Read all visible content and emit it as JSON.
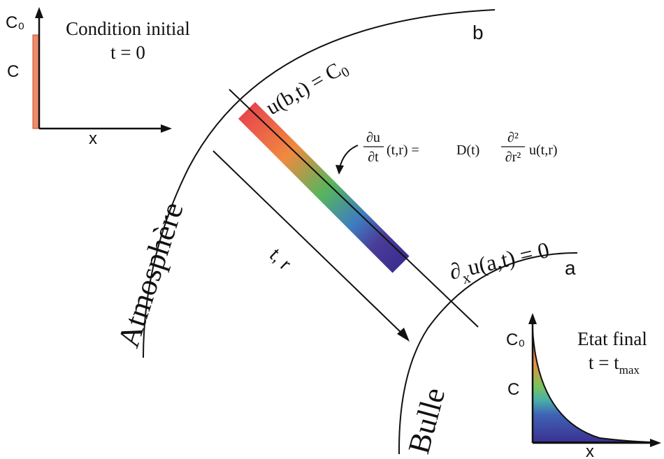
{
  "initial_condition": {
    "c0_label": "C₀",
    "c_label": "C",
    "x_label": "x",
    "title_line1": "Condition initial",
    "title_line2": "t = 0"
  },
  "final_state": {
    "c0_label": "C₀",
    "c_label": "C",
    "x_label": "x",
    "title_line1": "Etat final",
    "title_line2_main": "t = t",
    "title_line2_sub": "max"
  },
  "boundaries": {
    "outer_label": "b",
    "inner_label": "a",
    "outer_region": "Atmosphère",
    "inner_region": "Bulle"
  },
  "equations": {
    "outer_bc": "u(b,t) = C",
    "outer_bc_sub": "0",
    "inner_bc_op": "∂",
    "inner_bc_sub": "x",
    "inner_bc_rest": "u(a,t) = 0",
    "pde_lhs_num": "∂u",
    "pde_lhs_den": "∂t",
    "pde_lhs_args": "(t,r) =",
    "pde_coef": "D(t)",
    "pde_rhs_num": "∂²",
    "pde_rhs_den": "∂r²",
    "pde_rhs_fn": "u(t,r)"
  },
  "axis_label": "t, r",
  "colors": {
    "gradient": [
      "#e8474c",
      "#ef8a3f",
      "#56b55e",
      "#3e7dc0",
      "#4a3c98",
      "#3b2e90"
    ],
    "initial_bar": "#ef8a6a"
  }
}
